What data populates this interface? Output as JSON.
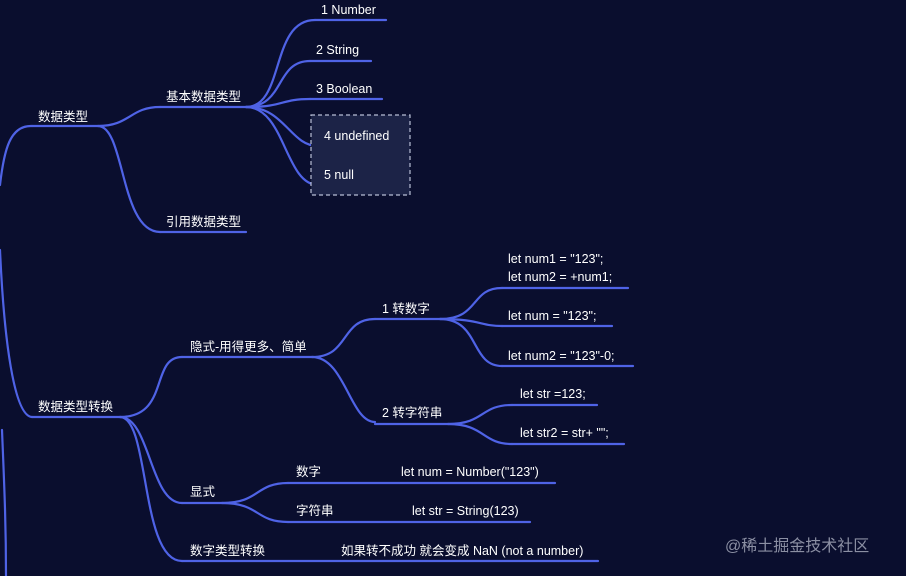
{
  "nodes": {
    "data_types": "数据类型",
    "basic_types": "基本数据类型",
    "number": "1 Number",
    "string": "2 String",
    "boolean": "3 Boolean",
    "undefined": "4 undefined",
    "null": "5 null",
    "reference_types": "引用数据类型",
    "type_conversion": "数据类型转换",
    "implicit": "隐式-用得更多、简单",
    "to_number": "1 转数字",
    "num_example_1": "let num1 = \"123\";",
    "num_example_2": "let num2 = +num1;",
    "num_example_3": "let num = \"123\";",
    "num_example_4": "let num2 = \"123\"-0;",
    "to_string": "2 转字符串",
    "str_example_1": "let str =123;",
    "str_example_2": "let str2 = str+ \"\";",
    "explicit": "显式",
    "digit": "数字",
    "number_call": "let num = Number(\"123\")",
    "string_label": "字符串",
    "string_call": "let str = String(123)",
    "numeric_conversion": "数字类型转换",
    "nan_note": "如果转不成功 就会变成 NaN  (not a  number)"
  },
  "watermark": "@稀土掘金技术社区",
  "colors": {
    "background": "#0a0e2e",
    "branch": "#4f63e6",
    "text": "#ffffff",
    "selection": "#1c2347"
  }
}
